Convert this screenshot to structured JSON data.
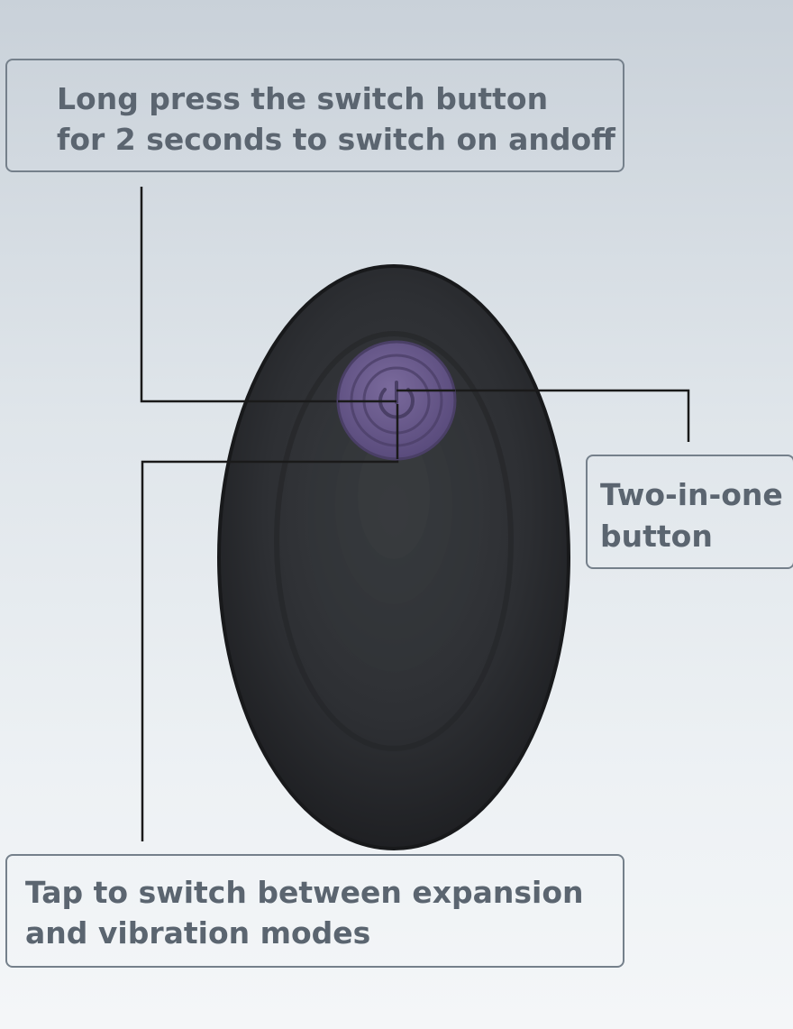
{
  "callouts": {
    "power": "Long press the switch button\nfor 2 seconds to switch on andoff",
    "button": "Two-in-one\nbutton",
    "mode": "Tap to switch between expansion\nand vibration modes"
  },
  "device": {
    "button_icon": "power-icon"
  },
  "colors": {
    "background_top": "#c9d1d9",
    "background_bottom": "#f4f6f8",
    "device_body": "#2e3033",
    "button": "#6b5b8c",
    "callout_border": "#75808b",
    "callout_text": "#5b6570",
    "leader_line": "#1a1a1a"
  }
}
